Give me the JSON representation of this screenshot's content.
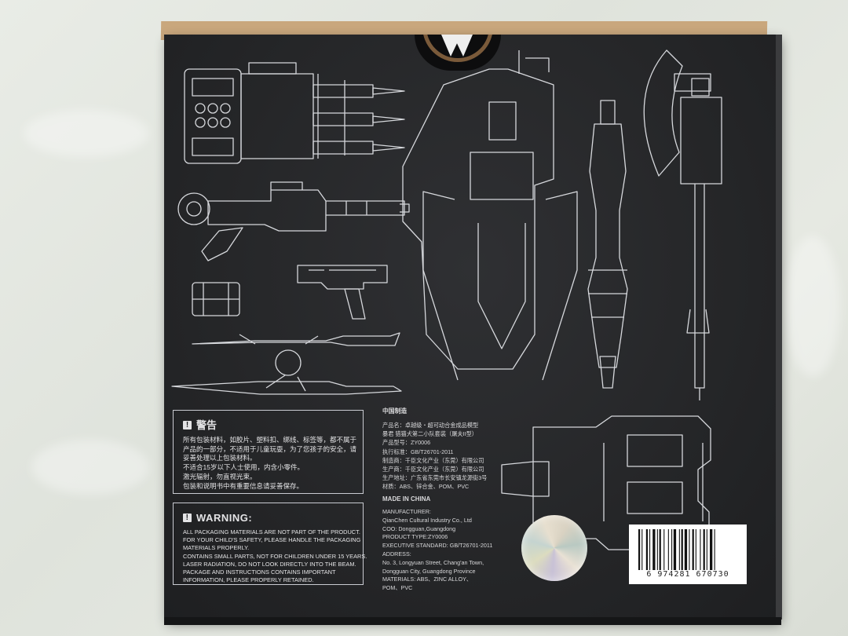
{
  "warning_cn": {
    "title": "警告",
    "lines": [
      "所有包装材料，如胶片、塑料扣、绑线、标签等，都不属于",
      "产品的一部分，不适用于儿童玩耍，为了您孩子的安全，请",
      "妥善处理以上包装材料。",
      "不适合15岁以下人士使用，内含小零件。",
      "激光辐射，勿直视光束。",
      "包装和说明书中有重要信息请妥善保存。"
    ]
  },
  "warning_en": {
    "title": "WARNING:",
    "lines": [
      "ALL PACKAGING MATERIALS ARE NOT PART OF THE PRODUCT.",
      "FOR YOUR CHILD'S SAFETY, PLEASE HANDLE THE PACKAGING",
      "MATERIALS PROPERLY.",
      "CONTAINS SMALL PARTS, NOT FOR CHILDREN UNDER 15 YEARS.",
      "LASER RADIATION, DO NOT LOOK DIRECTLY INTO THE BEAM.",
      "PACKAGE AND INSTRUCTIONS CONTAINS IMPORTANT",
      "INFORMATION, PLEASE PROPERLY RETAINED."
    ]
  },
  "info_cn": {
    "title": "中国制造",
    "lines": [
      "产品名：卓越级・超可动合金成品模型",
      "暴君 猎猫犬第二小队套装（屠夫II型）",
      "产品型号：ZY0006",
      "执行标准：GB/T26701-2011",
      "制造商：千臣文化产业（东莞）有限公司",
      "生产商：千臣文化产业（东莞）有限公司",
      "生产地址：广东省东莞市长安镇龙源街3号",
      "材质：ABS、锌合金、POM、PVC"
    ]
  },
  "info_en": {
    "title": "MADE IN CHINA",
    "lines": [
      "MANUFACTURER:",
      "QianChen Cultural Industry Co., Ltd",
      "COO: Dongguan,Guangdong",
      "PRODUCT TYPE:ZY0006",
      "EXECUTIVE STANDARD: GB/T26701-2011",
      "ADDRESS:",
      "No. 3, Longyuan Street, Chang'an Town,",
      "Dongguan City, Guangdong Province",
      "MATERIALS: ABS、ZINC ALLOY、",
      "POM、PVC"
    ]
  },
  "barcode": {
    "number": "6 974281 670730"
  },
  "icons": {
    "warning": "exclamation-box-icon",
    "logo": "brand-logo-icon",
    "hologram": "hologram-sticker"
  }
}
